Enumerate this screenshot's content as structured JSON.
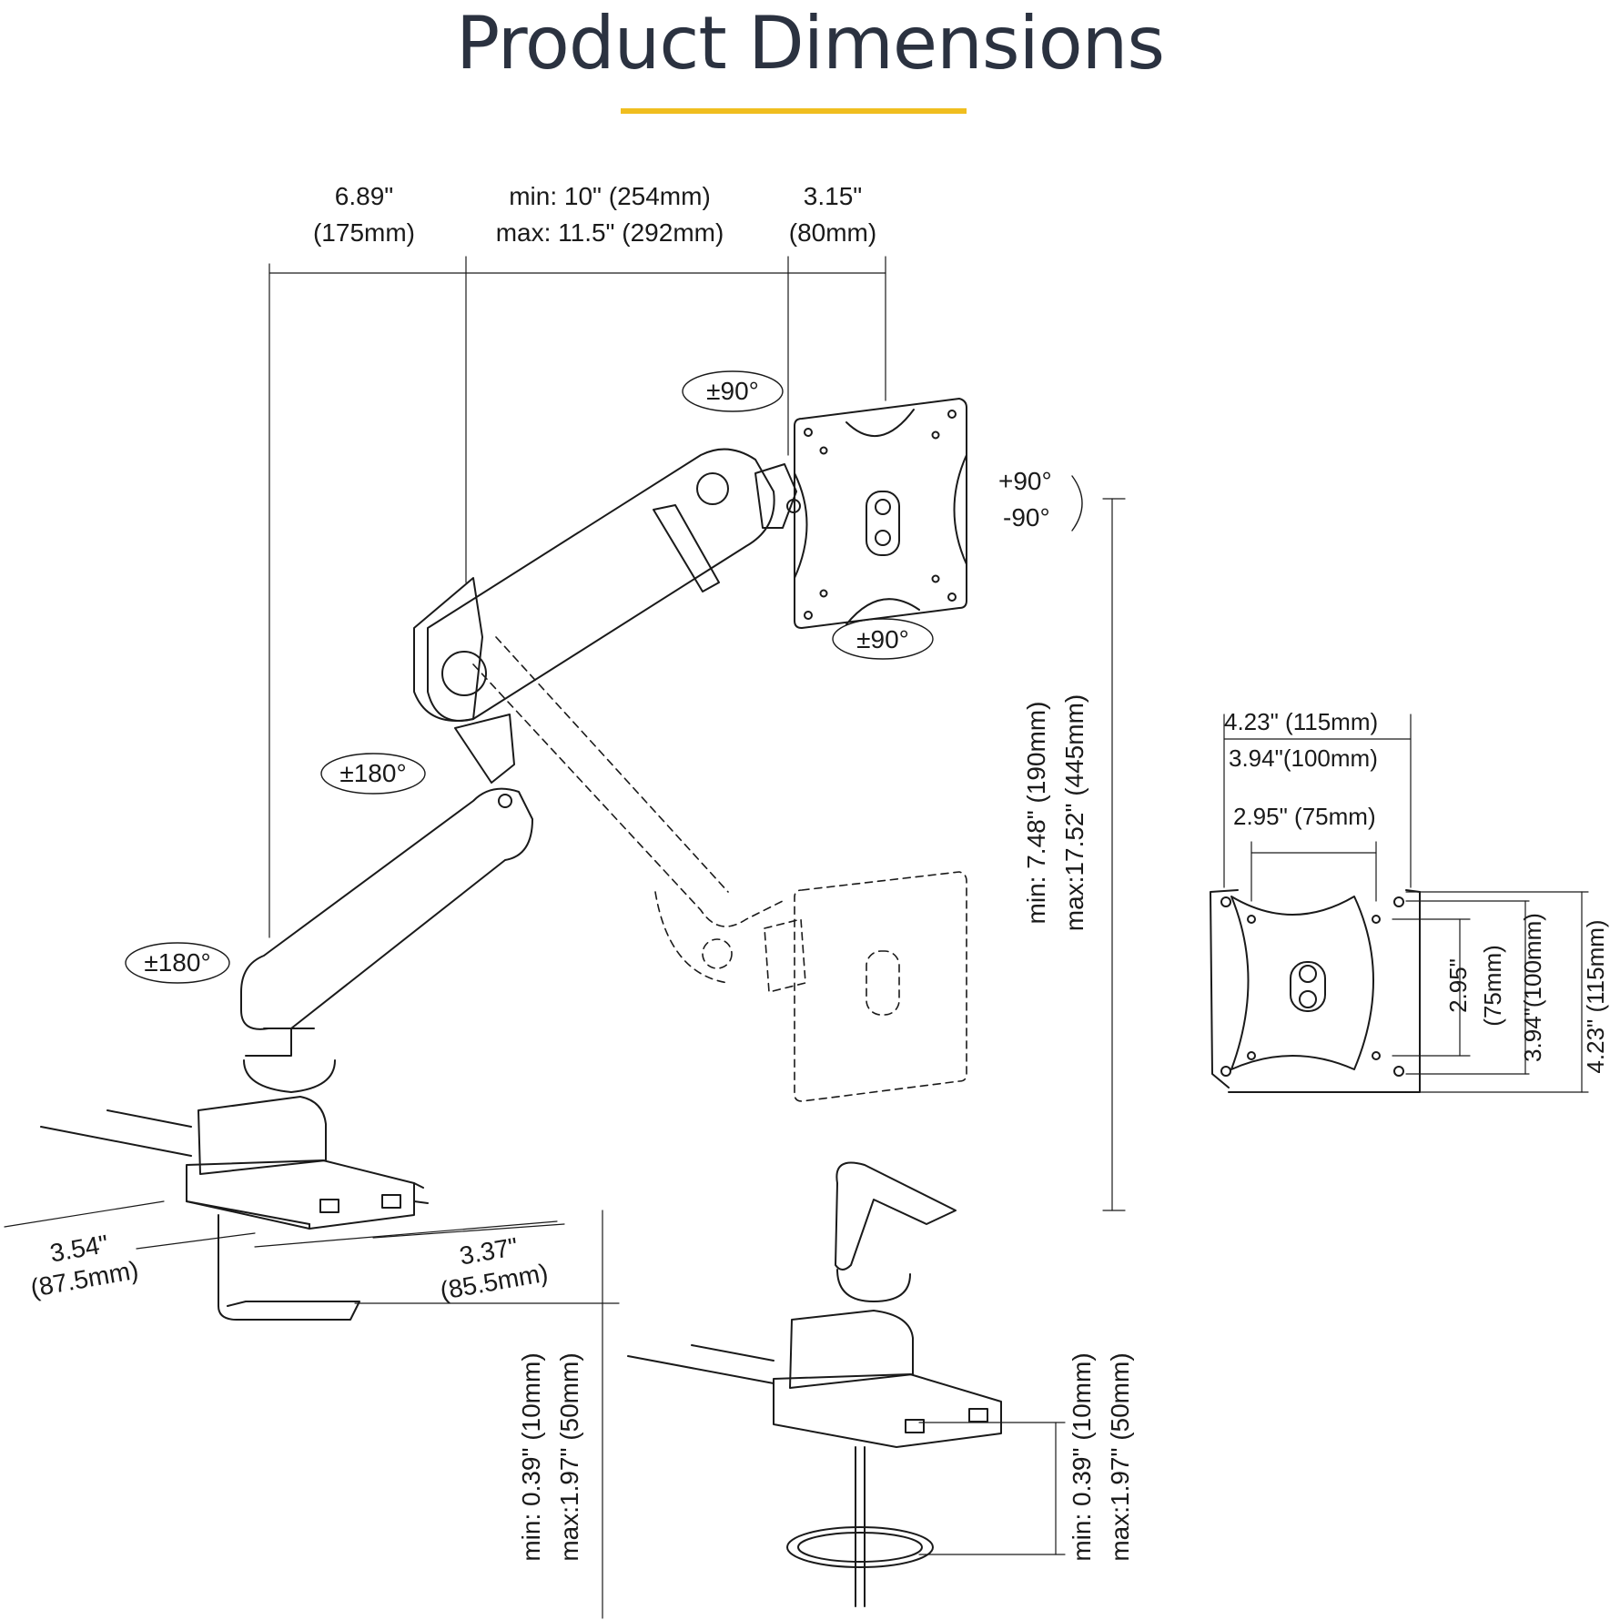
{
  "title": "Product Dimensions",
  "colors": {
    "accent": "#f0be1f",
    "title": "#2b3240",
    "line": "#1a1a1a"
  },
  "dims": {
    "base_offset": [
      "6.89\"",
      "(175mm)"
    ],
    "arm_extension": [
      "min: 10\" (254mm)",
      "max: 11.5\" (292mm)"
    ],
    "head_offset": [
      "3.15\"",
      "(80mm)"
    ],
    "height_range": [
      "min: 7.48\" (190mm)",
      "max:17.52\" (445mm)"
    ],
    "clamp_width": [
      "3.54\"",
      "(87.5mm)"
    ],
    "clamp_depth": [
      "3.37\"",
      "(85.5mm)"
    ],
    "clamp_thickness": [
      "min: 0.39\" (10mm)",
      "max:1.97\" (50mm)"
    ],
    "grommet_thickness": [
      "min: 0.39\" (10mm)",
      "max:1.97\" (50mm)"
    ]
  },
  "vesa": {
    "h_115": "4.23\" (115mm)",
    "h_100": "3.94\"(100mm)",
    "h_75": "2.95\" (75mm)",
    "v_75": [
      "2.95\"",
      "(75mm)"
    ],
    "v_100": "3.94\"(100mm)",
    "v_115": "4.23\" (115mm)"
  },
  "rotations": {
    "head_swivel": "±90°",
    "head_tilt": "±90°",
    "rotate_plus": "+90°",
    "rotate_minus": "-90°",
    "elbow_swivel": "±180°",
    "base_swivel": "±180°"
  }
}
